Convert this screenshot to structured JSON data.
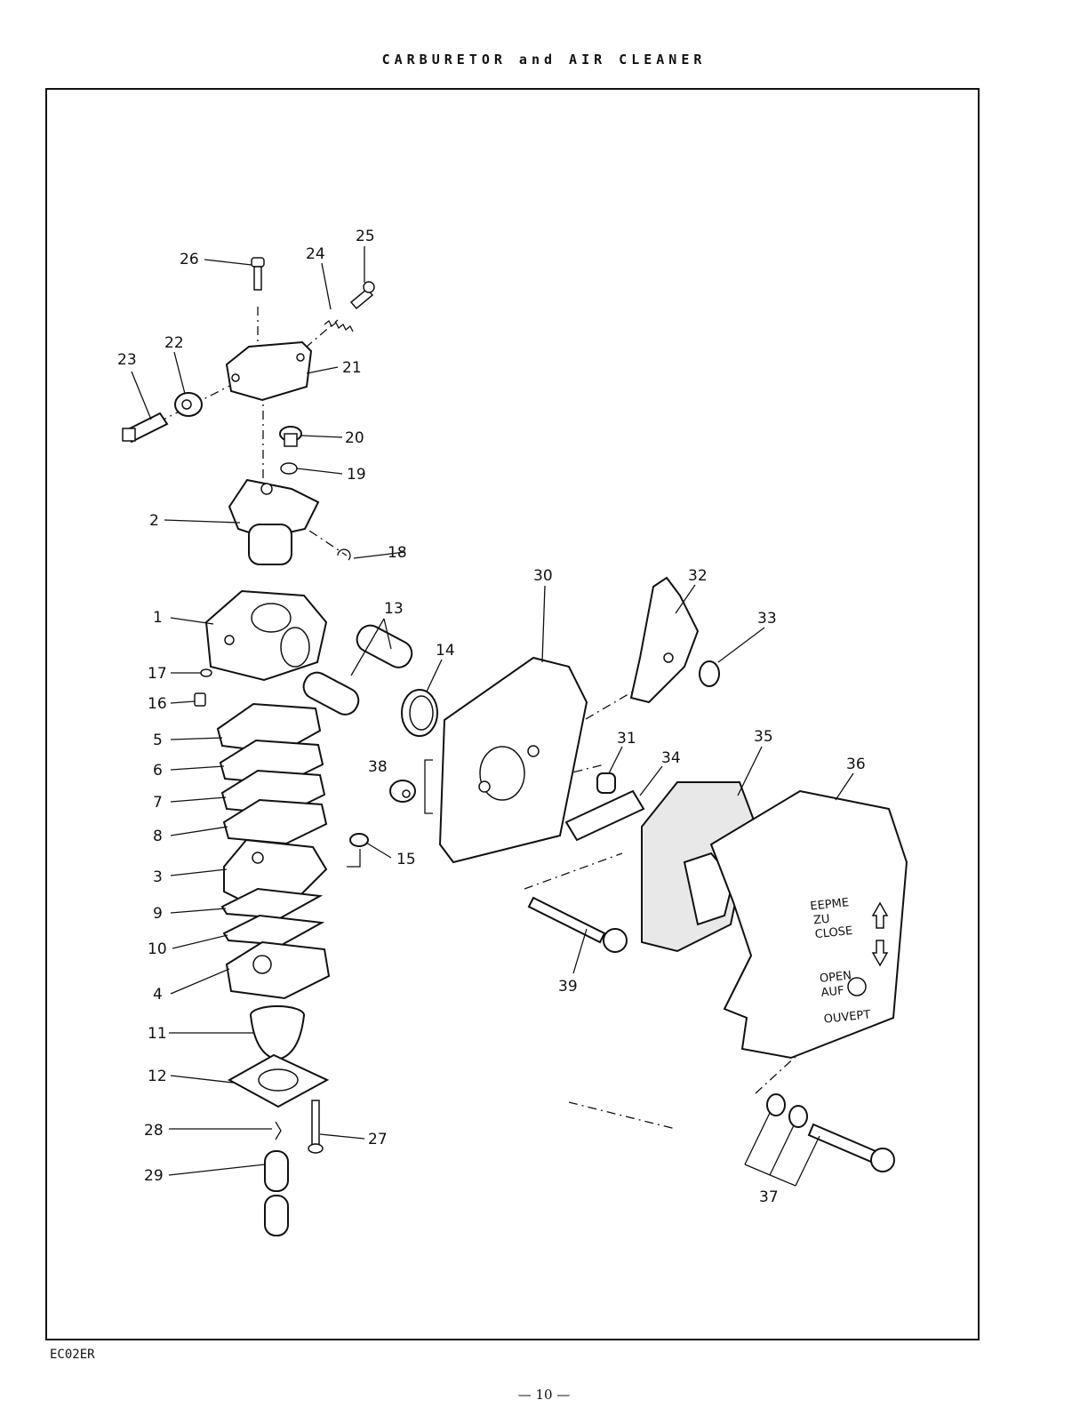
{
  "page": {
    "title": "CARBURETOR and AIR CLEANER",
    "code": "EC02ER",
    "page_number": "— 10 —"
  },
  "callouts": [
    "1",
    "2",
    "3",
    "4",
    "5",
    "6",
    "7",
    "8",
    "9",
    "10",
    "11",
    "12",
    "13",
    "14",
    "15",
    "16",
    "17",
    "18",
    "19",
    "20",
    "21",
    "22",
    "23",
    "24",
    "25",
    "26",
    "27",
    "28",
    "29",
    "30",
    "31",
    "32",
    "33",
    "34",
    "35",
    "36",
    "37",
    "38",
    "39"
  ],
  "cover_labels": {
    "close_1": "EEPME",
    "close_2": "ZU",
    "close_3": "CLOSE",
    "open_1": "OPEN",
    "open_2": "AUF",
    "open_3": "OUVEPT"
  }
}
